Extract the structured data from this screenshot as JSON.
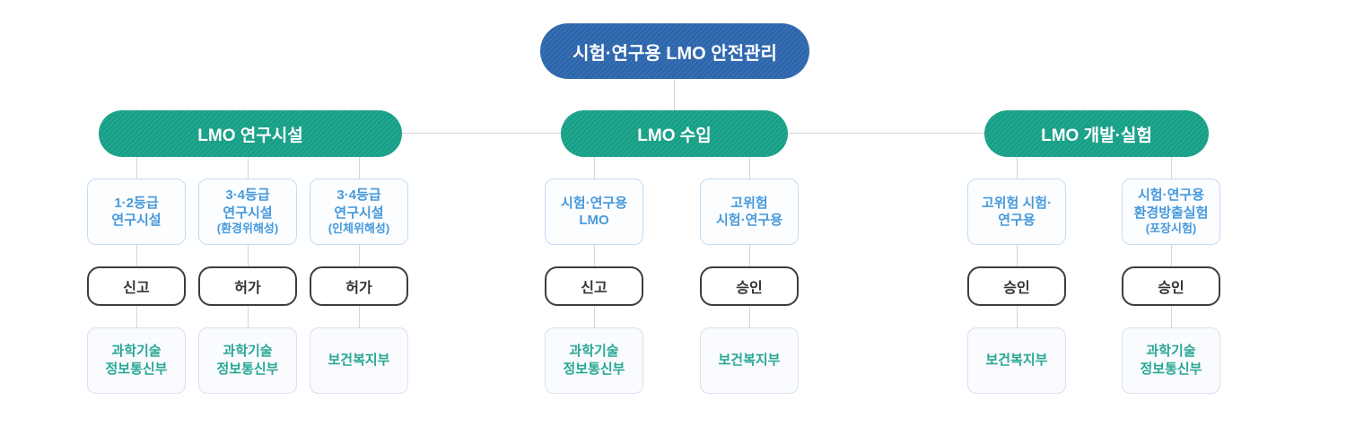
{
  "diagram": {
    "root": {
      "label": "시험·연구용 LMO 안전관리"
    },
    "groups": [
      {
        "label": "LMO 연구시설",
        "columns": [
          {
            "category": "1·2등급\n연구시설",
            "category_sub": "",
            "action": "신고",
            "ministry": "과학기술\n정보통신부"
          },
          {
            "category": "3·4등급\n연구시설",
            "category_sub": "(환경위해성)",
            "action": "허가",
            "ministry": "과학기술\n정보통신부"
          },
          {
            "category": "3·4등급\n연구시설",
            "category_sub": "(인체위해성)",
            "action": "허가",
            "ministry": "보건복지부"
          }
        ]
      },
      {
        "label": "LMO 수입",
        "columns": [
          {
            "category": "시험·연구용\nLMO",
            "category_sub": "",
            "action": "신고",
            "ministry": "과학기술\n정보통신부"
          },
          {
            "category": "고위험\n시험·연구용",
            "category_sub": "",
            "action": "승인",
            "ministry": "보건복지부"
          }
        ]
      },
      {
        "label": "LMO 개발·실험",
        "columns": [
          {
            "category": "고위험 시험·\n연구용",
            "category_sub": "",
            "action": "승인",
            "ministry": "보건복지부"
          },
          {
            "category": "시험·연구용\n환경방출실험",
            "category_sub": "(포장시험)",
            "action": "승인",
            "ministry": "과학기술\n정보통신부"
          }
        ]
      }
    ],
    "colors": {
      "root_pill": "#2d67af",
      "group_pill": "#17a289",
      "category_text": "#4599dc",
      "category_border": "#c3dcf3",
      "action_border": "#3d3d3d",
      "action_text": "#333333",
      "ministry_text": "#29a795",
      "ministry_border": "#d9e0f0",
      "connector": "#d6d6d6"
    }
  }
}
